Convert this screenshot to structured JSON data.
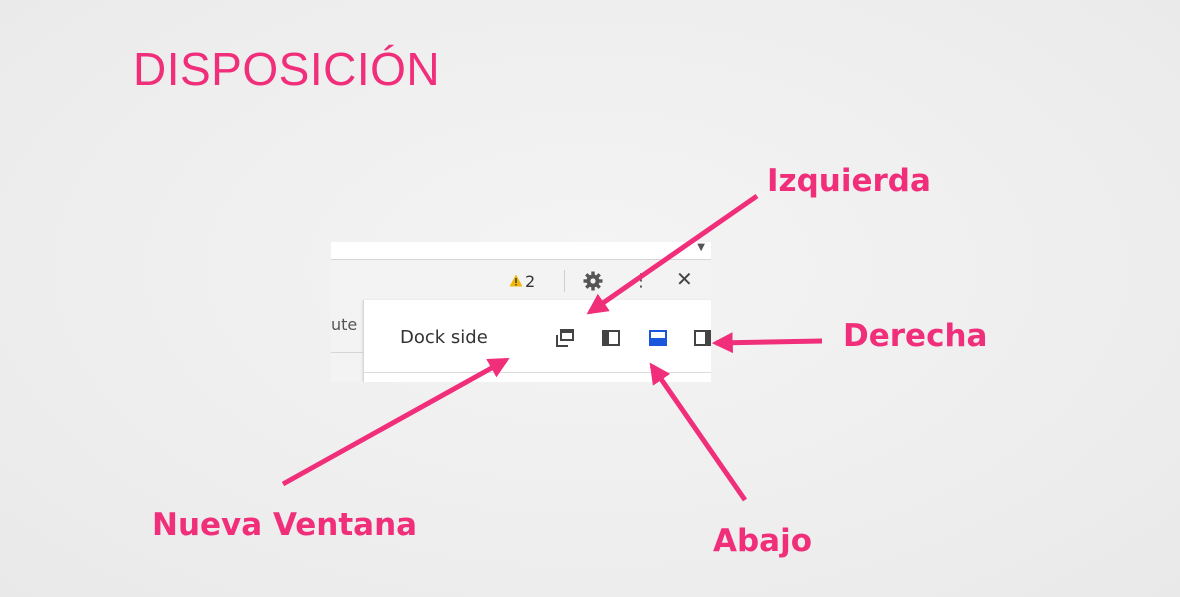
{
  "slide": {
    "title": "DISPOSICIÓN",
    "annotations": {
      "izquierda": "Izquierda",
      "derecha": "Derecha",
      "nueva_ventana": "Nueva Ventana",
      "abajo": "Abajo"
    },
    "accent_color": "#f02e7a"
  },
  "devtools": {
    "toolbar": {
      "warning_count": "2",
      "warning_icon": "warning-triangle-icon",
      "settings_icon": "gear-icon",
      "more_icon": "kebab-menu-icon",
      "close_icon": "close-icon",
      "close_glyph": "✕",
      "more_glyph": "⋮"
    },
    "partial_tab_text": "ute",
    "dock_menu": {
      "label": "Dock side",
      "options": [
        {
          "icon": "undock-into-separate-window-icon",
          "selected": false
        },
        {
          "icon": "dock-to-left-icon",
          "selected": false
        },
        {
          "icon": "dock-to-bottom-icon",
          "selected": true
        },
        {
          "icon": "dock-to-right-icon",
          "selected": false
        }
      ],
      "selected_color": "#1a56db"
    }
  }
}
